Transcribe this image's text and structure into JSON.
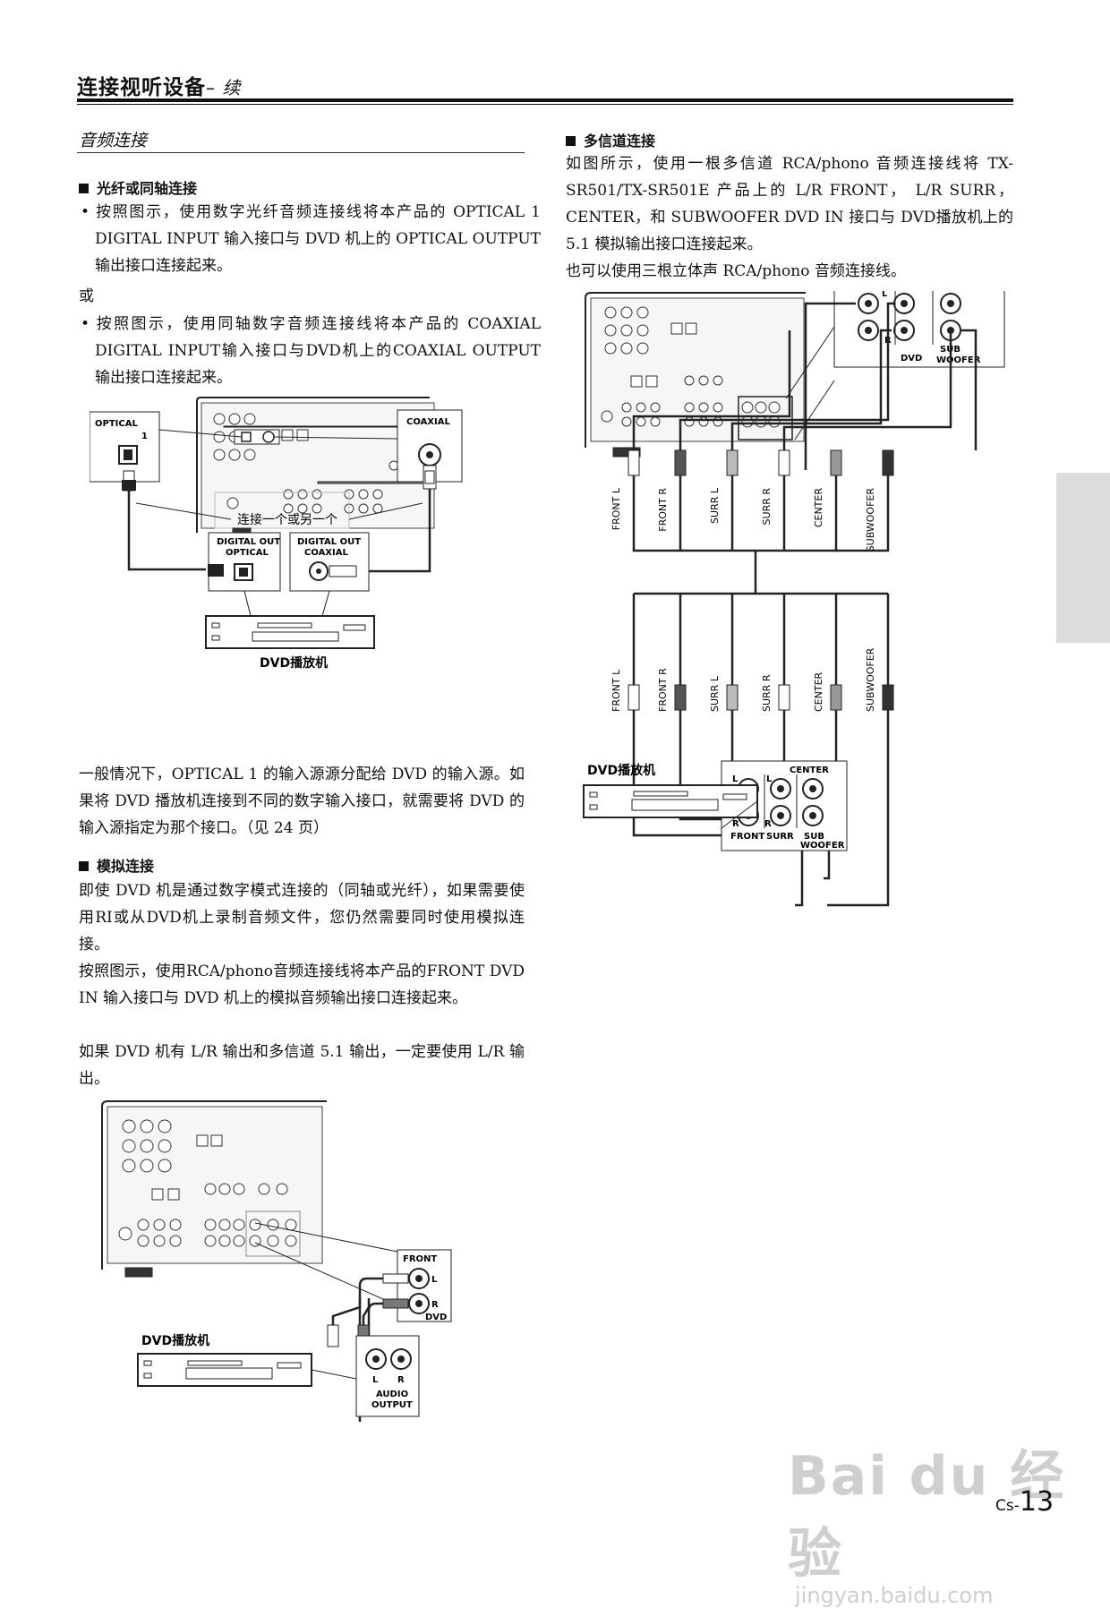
{
  "header": {
    "title": "连接视听设备",
    "subtitle": "– 续"
  },
  "left": {
    "section_title": "音频连接",
    "optical": {
      "heading": "光纤或同轴连接",
      "p1": "• 按照图示，使用数字光纤音频连接线将本产品的 OPTICAL 1 DIGITAL INPUT 输入接口与 DVD 机上的 OPTICAL OUTPUT 输出接口连接起来。",
      "or": "或",
      "p2": "• 按照图示，使用同轴数字音频连接线将本产品的 COAXIAL DIGITAL INPUT输入接口与DVD机上的COAXIAL OUTPUT 输出接口连接起来。"
    },
    "diagram1": {
      "optical_label": "OPTICAL",
      "optical_num": "1",
      "coaxial_label": "COAXIAL",
      "connect_note": "连接一个或另一个",
      "digital_out_optical": "DIGITAL OUT",
      "digital_out_optical2": "OPTICAL",
      "digital_out_coaxial": "DIGITAL OUT",
      "digital_out_coaxial2": "COAXIAL",
      "dvd_caption": "DVD播放机"
    },
    "p3": "一般情况下，OPTICAL 1 的输入源源分配给 DVD 的输入源。如果将 DVD 播放机连接到不同的数字输入接口，就需要将 DVD 的输入源指定为那个接口。（见 24 页）",
    "analog": {
      "heading": "模拟连接",
      "p1": "即使 DVD 机是通过数字模式连接的（同轴或光纤），如果需要使用RI或从DVD机上录制音频文件，您仍然需要同时使用模拟连接。",
      "p2": "按照图示，使用RCA/phono音频连接线将本产品的FRONT DVD IN 输入接口与 DVD 机上的模拟音频输出接口连接起来。",
      "p3": "如果 DVD 机有 L/R 输出和多信道 5.1 输出，一定要使用 L/R 输出。"
    },
    "diagram2": {
      "front": "FRONT",
      "l": "L",
      "r": "R",
      "dvd": "DVD",
      "dvd_caption": "DVD播放机",
      "audio": "AUDIO",
      "output": "OUTPUT"
    }
  },
  "right": {
    "multi": {
      "heading": "多信道连接",
      "p1": "如图所示，使用一根多信道 RCA/phono 音频连接线将 TX-SR501/TX-SR501E 产品上的 L/R FRONT， L/R SURR， CENTER，和 SUBWOOFER DVD IN 接口与 DVD播放机上的 5.1 模拟输出接口连接起来。",
      "p2": "也可以使用三根立体声 RCA/phono 音频连接线。"
    },
    "diagram3": {
      "front": "FRONT",
      "surr": "SURR",
      "center": "CENTER",
      "dvd": "DVD",
      "sub": "SUB",
      "woofer": "WOOFER",
      "l": "L",
      "r": "R",
      "cables": [
        "FRONT L",
        "FRONT R",
        "SURR L",
        "SURR R",
        "CENTER",
        "SUBWOOFER"
      ],
      "dvd_caption": "DVD播放机"
    }
  },
  "footer": {
    "page_prefix": "Cs-",
    "page_number": "13",
    "watermark": "Bai du 经验",
    "watermark_url": "jingyan.baidu.com"
  }
}
